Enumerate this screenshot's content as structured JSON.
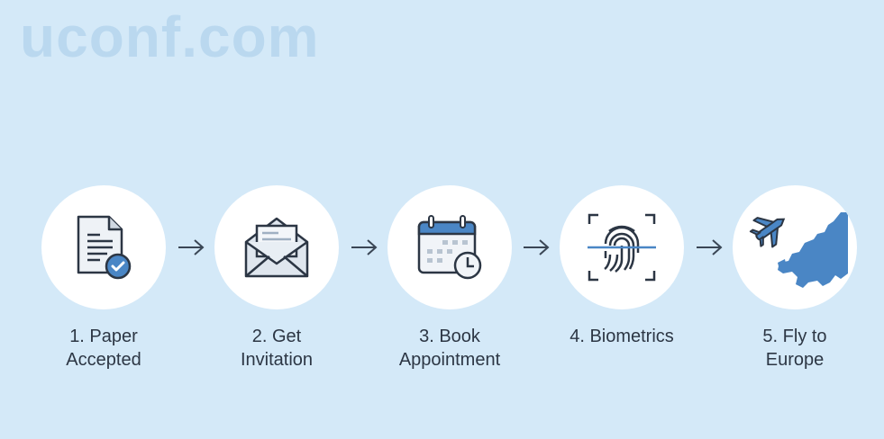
{
  "watermark": "uconf.com",
  "steps": [
    {
      "line1": "1. Paper",
      "line2": "Accepted",
      "icon": "document-check-icon"
    },
    {
      "line1": "2. Get",
      "line2": "Invitation",
      "icon": "envelope-icon"
    },
    {
      "line1": "3. Book",
      "line2": "Appointment",
      "icon": "calendar-clock-icon"
    },
    {
      "line1": "4. Biometrics",
      "line2": "",
      "icon": "fingerprint-icon"
    },
    {
      "line1": "5. Fly to",
      "line2": "Europe",
      "icon": "plane-europe-icon"
    }
  ],
  "colors": {
    "background": "#d4e9f8",
    "accent": "#4a86c5",
    "stroke": "#2c3644"
  }
}
